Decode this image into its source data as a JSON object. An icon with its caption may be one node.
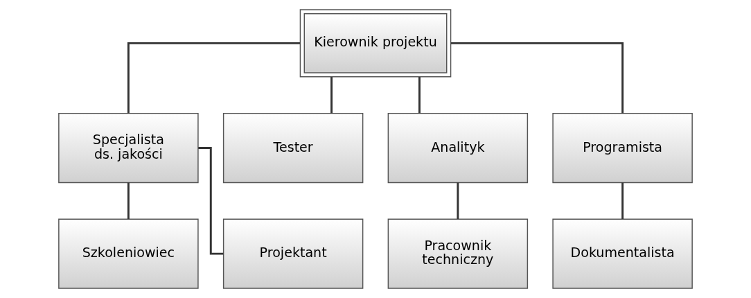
{
  "diagram": {
    "nodes": [
      {
        "text": [
          "Kierownik projektu"
        ]
      },
      {
        "text": [
          "Specjalista ds. jakości"
        ]
      },
      {
        "text": [
          "Tester"
        ]
      },
      {
        "text": [
          "Analityk"
        ]
      },
      {
        "text": [
          "Programista"
        ]
      },
      {
        "text": [
          "Szkoleniowiec"
        ]
      },
      {
        "text": [
          "Projektant"
        ]
      },
      {
        "text": [
          "Pracownik techniczny"
        ]
      },
      {
        "text": [
          "Dokumentalista"
        ]
      }
    ],
    "edges": [
      {
        "from": 0,
        "to": 1,
        "arrow": "none"
      },
      {
        "from": 0,
        "to": 2,
        "arrow": "none"
      },
      {
        "from": 0,
        "to": 3,
        "arrow": "none"
      },
      {
        "from": 0,
        "to": 4,
        "arrow": "none"
      },
      {
        "from": 1,
        "to": 5,
        "arrow": "none"
      },
      {
        "from": 1,
        "to": 6,
        "arrow": "none"
      },
      {
        "from": 3,
        "to": 7,
        "arrow": "none"
      },
      {
        "from": 4,
        "to": 8,
        "arrow": "none"
      }
    ]
  }
}
